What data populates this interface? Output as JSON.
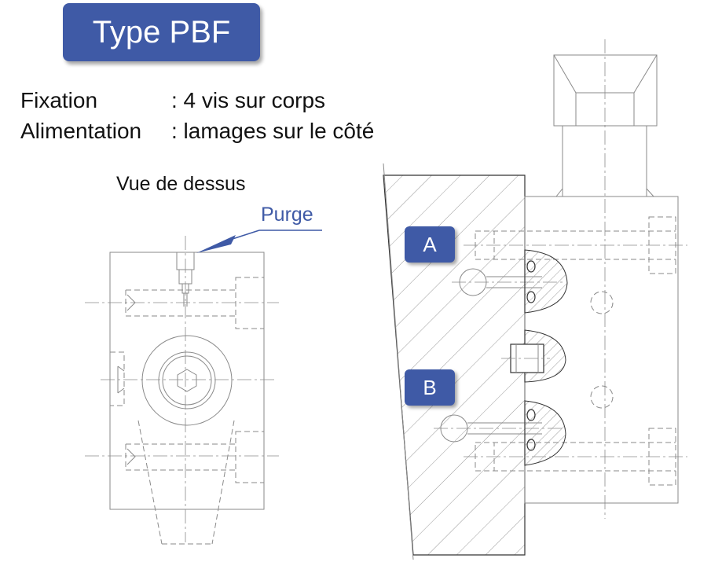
{
  "title": "Type PBF",
  "specs": [
    {
      "label": "Fixation",
      "value": ": 4 vis sur corps"
    },
    {
      "label": "Alimentation",
      "value": ": lamages sur le côté"
    }
  ],
  "top_view_label": "Vue de dessus",
  "purge_label": "Purge",
  "ports": {
    "a": "A",
    "b": "B"
  },
  "colors": {
    "accent": "#3f5aa6",
    "line": "#8a8a8a"
  }
}
